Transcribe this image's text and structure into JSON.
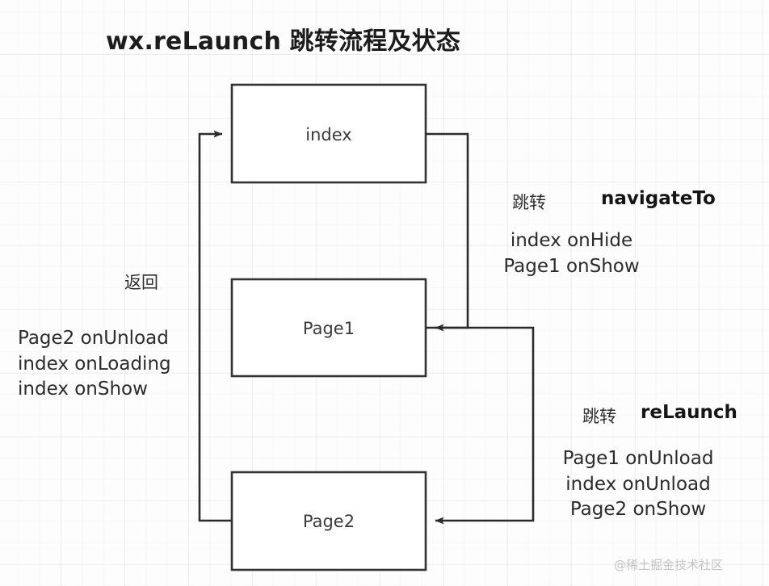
{
  "title": "wx.reLaunch 跳转流程及状态",
  "nodes": [
    {
      "id": "index",
      "label": "index"
    },
    {
      "id": "page1",
      "label": "Page1"
    },
    {
      "id": "page2",
      "label": "Page2"
    }
  ],
  "edges": {
    "navigate": {
      "action_label": "跳转",
      "api_name": "navigateTo",
      "lifecycle_lines": [
        "index onHide",
        "Page1 onShow"
      ]
    },
    "relaunch": {
      "action_label": "跳转",
      "api_name": "reLaunch",
      "lifecycle_lines": [
        "Page1 onUnload",
        "index onUnload",
        "Page2 onShow"
      ]
    },
    "back": {
      "action_label": "返回",
      "lifecycle_lines": [
        "Page2 onUnload",
        "index onLoading",
        "index onShow"
      ]
    }
  },
  "watermark": "@稀土掘金技术社区",
  "colors": {
    "stroke": "#333333",
    "box_fill": "#ffffff",
    "text": "#2b2b2b",
    "title": "#1c1c1c",
    "watermark": "#c3c3c6",
    "grid": "#e9e9ee"
  }
}
